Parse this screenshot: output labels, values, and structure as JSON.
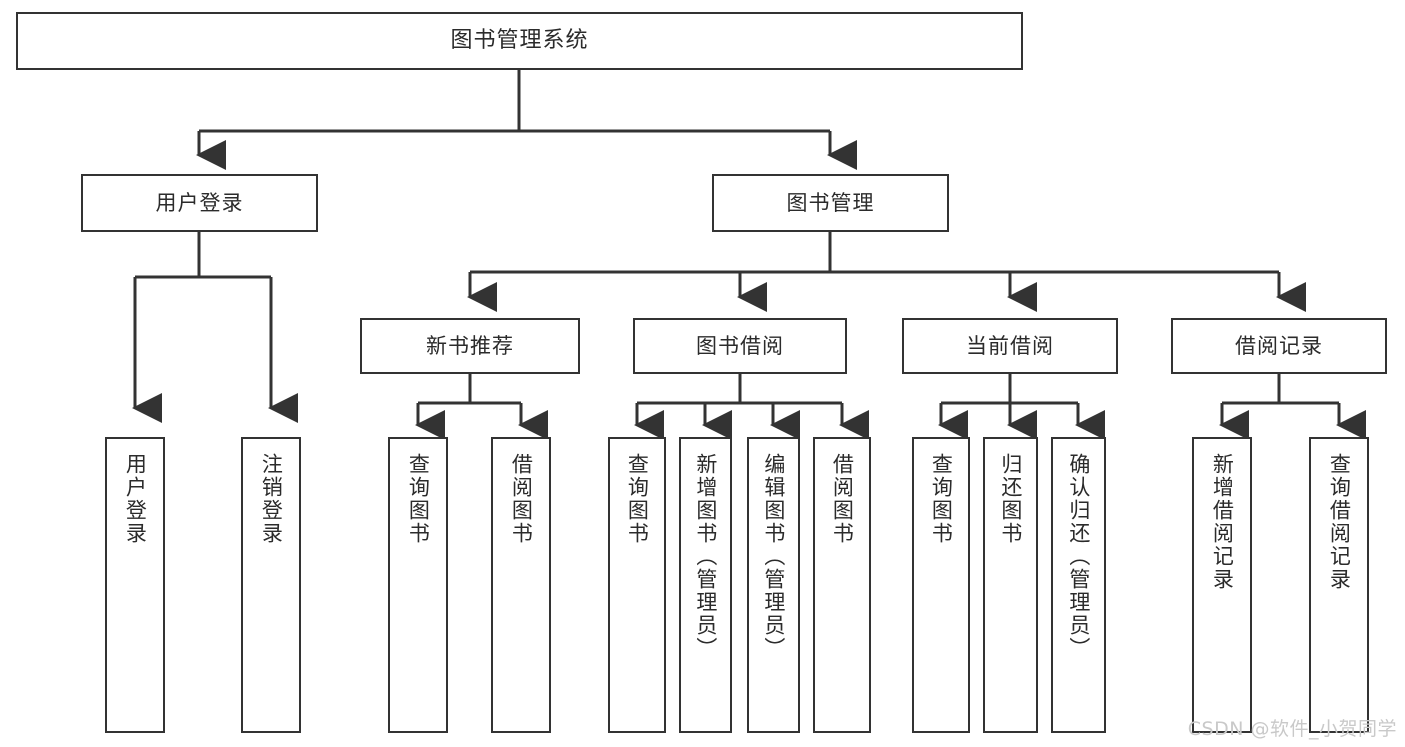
{
  "diagram": {
    "title": "图书管理系统",
    "type": "hierarchy-tree",
    "stroke_color": "#333333",
    "text_color": "#2b2b2b",
    "background_color": "#ffffff",
    "watermark": "CSDN @软件_小贺同学"
  },
  "root": {
    "label": "图书管理系统"
  },
  "level2": [
    {
      "label": "用户登录"
    },
    {
      "label": "图书管理"
    }
  ],
  "level3": [
    {
      "label": "新书推荐"
    },
    {
      "label": "图书借阅"
    },
    {
      "label": "当前借阅"
    },
    {
      "label": "借阅记录"
    }
  ],
  "leaves": {
    "user_login": [
      {
        "label": "用户登录"
      },
      {
        "label": "注销登录"
      }
    ],
    "new_book": [
      {
        "label": "查询图书"
      },
      {
        "label": "借阅图书"
      }
    ],
    "book_borrow": [
      {
        "label": "查询图书"
      },
      {
        "label": "新增图书（管理员）"
      },
      {
        "label": "编辑图书（管理员）"
      },
      {
        "label": "借阅图书"
      }
    ],
    "current_borrow": [
      {
        "label": "查询图书"
      },
      {
        "label": "归还图书"
      },
      {
        "label": "确认归还（管理员）"
      }
    ],
    "borrow_record": [
      {
        "label": "新增借阅记录"
      },
      {
        "label": "查询借阅记录"
      }
    ]
  }
}
